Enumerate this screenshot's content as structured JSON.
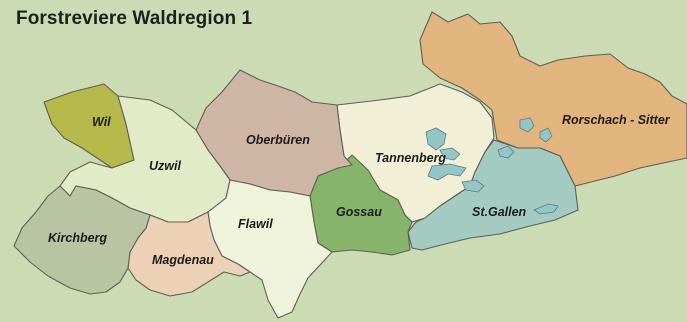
{
  "map": {
    "title": "Forstreviere Waldregion 1",
    "regions": [
      {
        "id": "wil",
        "label": "Wil",
        "color": "#b5b94a"
      },
      {
        "id": "uzwil",
        "label": "Uzwil",
        "color": "#e1ebc8"
      },
      {
        "id": "oberbueren",
        "label": "Oberbüren",
        "color": "#cfb6a4"
      },
      {
        "id": "tannenberg",
        "label": "Tannenberg",
        "color": "#f1efd6"
      },
      {
        "id": "rorschach-sitter",
        "label": "Rorschach - Sitter",
        "color": "#e1b57d"
      },
      {
        "id": "gossau",
        "label": "Gossau",
        "color": "#86b46a"
      },
      {
        "id": "st-gallen",
        "label": "St.Gallen",
        "color": "#a3cbc2"
      },
      {
        "id": "kirchberg",
        "label": "Kirchberg",
        "color": "#b9c4a2"
      },
      {
        "id": "magdenau",
        "label": "Magdenau",
        "color": "#ecd1b7"
      },
      {
        "id": "flawil",
        "label": "Flawil",
        "color": "#eef3d9"
      }
    ],
    "colors": {
      "background": "#cbdcb4",
      "border": "#5f5f55",
      "lake": "#93c6c9"
    }
  }
}
